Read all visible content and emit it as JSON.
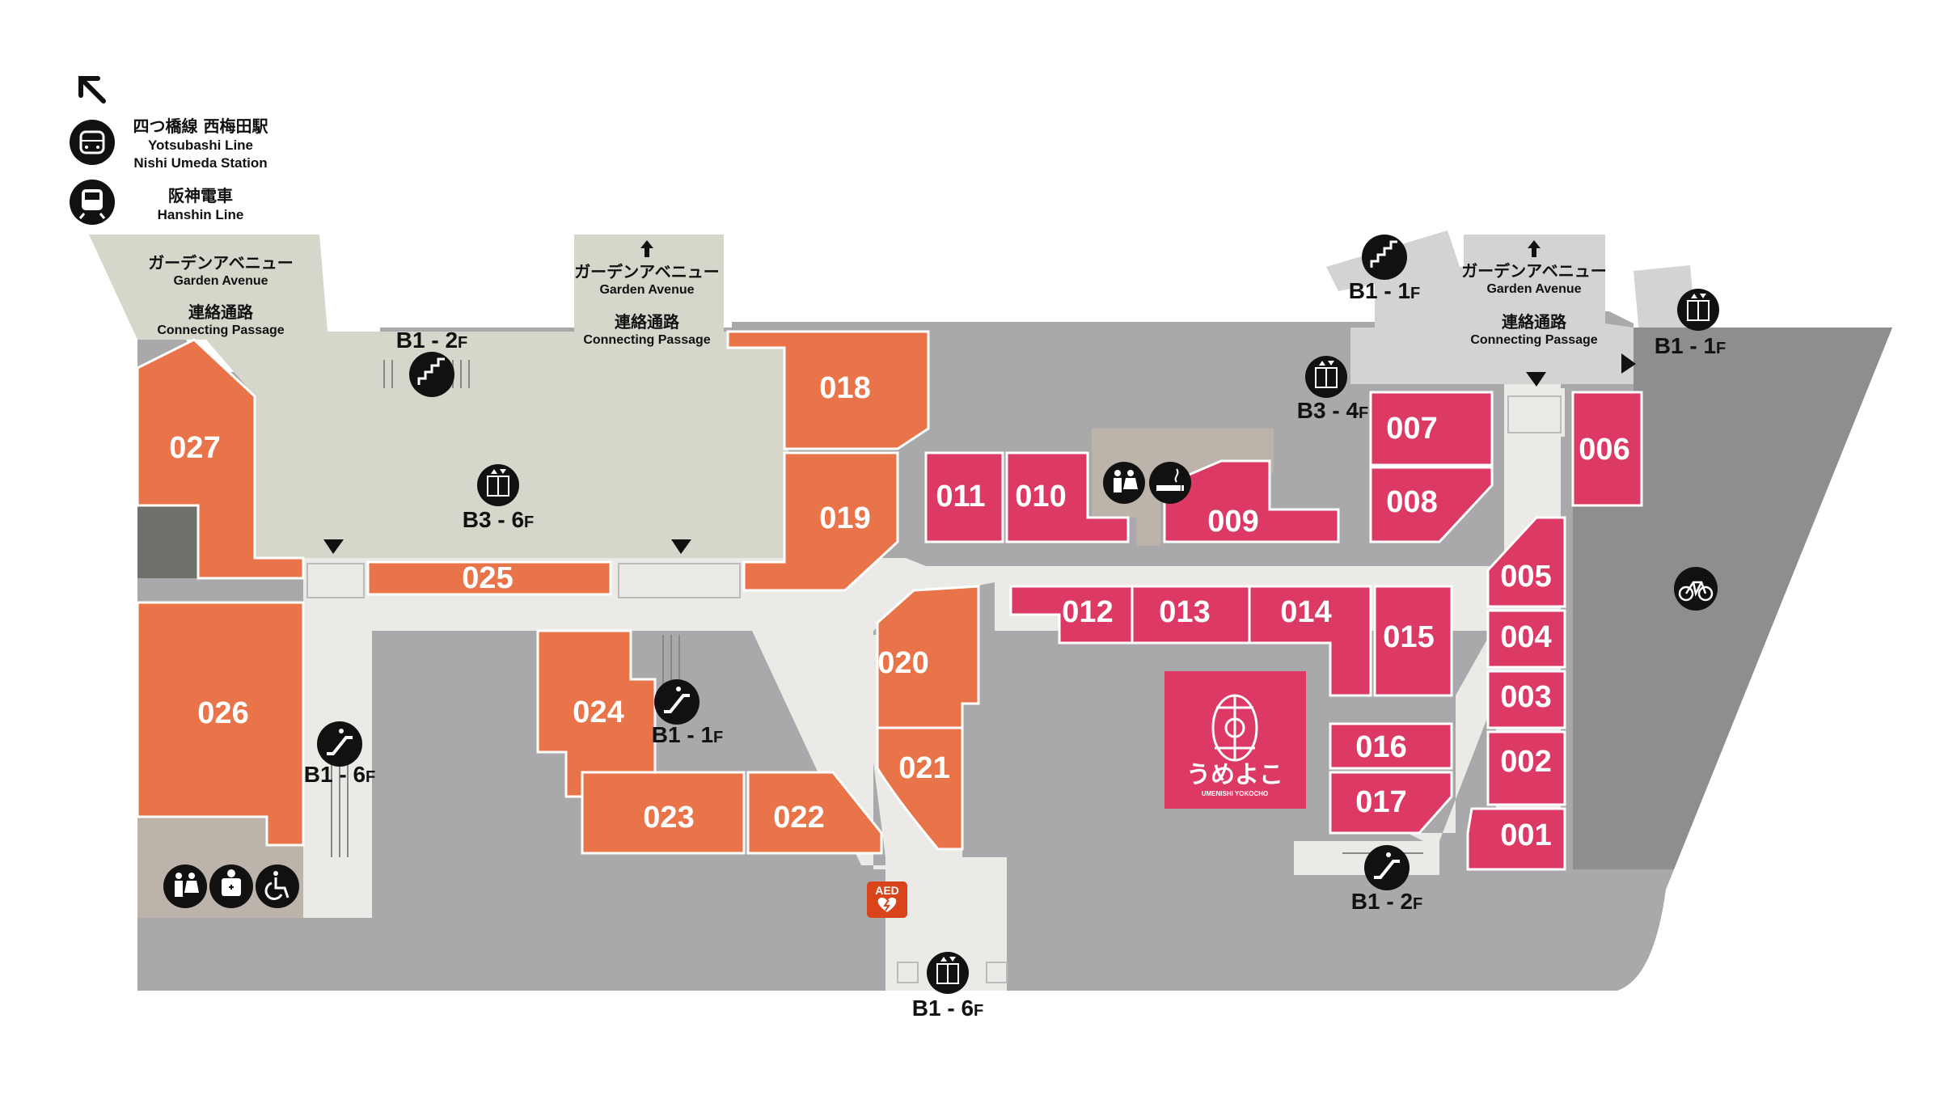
{
  "legend": {
    "station_jp": "四つ橋線 西梅田駅",
    "station_en1": "Yotsubashi Line",
    "station_en2": "Nishi Umeda Station",
    "hanshin_jp": "阪神電車",
    "hanshin_en": "Hanshin Line"
  },
  "passages": {
    "left": {
      "jp1": "ガーデンアベニュー",
      "en1": "Garden Avenue",
      "jp2": "連絡通路",
      "en2": "Connecting Passage"
    },
    "center": {
      "jp1": "ガーデンアベニュー",
      "en1": "Garden Avenue",
      "jp2": "連絡通路",
      "en2": "Connecting Passage"
    },
    "right": {
      "jp1": "ガーデンアベニュー",
      "en1": "Garden Avenue",
      "jp2": "連絡通路",
      "en2": "Connecting Passage"
    }
  },
  "floors": {
    "b1_2f_top": {
      "main": "B1 - 2",
      "suffix": "F"
    },
    "b3_6f_center": {
      "main": "B3 - 6",
      "suffix": "F"
    },
    "b1_6f_left": {
      "main": "B1 - 6",
      "suffix": "F"
    },
    "b1_1f_center": {
      "main": "B1 - 1",
      "suffix": "F"
    },
    "b1_6f_bottom": {
      "main": "B1 - 6",
      "suffix": "F"
    },
    "b1_1f_right_stairs": {
      "main": "B1 - 1",
      "suffix": "F"
    },
    "b3_4f_right": {
      "main": "B3 - 4",
      "suffix": "F"
    },
    "b1_1f_right_elevator": {
      "main": "B1 - 1",
      "suffix": "F"
    },
    "b1_2f_right_bottom": {
      "main": "B1 - 2",
      "suffix": "F"
    }
  },
  "units": {
    "u001": "001",
    "u002": "002",
    "u003": "003",
    "u004": "004",
    "u005": "005",
    "u006": "006",
    "u007": "007",
    "u008": "008",
    "u009": "009",
    "u010": "010",
    "u011": "011",
    "u012": "012",
    "u013": "013",
    "u014": "014",
    "u015": "015",
    "u016": "016",
    "u017": "017",
    "u018": "018",
    "u019": "019",
    "u020": "020",
    "u021": "021",
    "u022": "022",
    "u023": "023",
    "u024": "024",
    "u025": "025",
    "u026": "026",
    "u027": "027"
  },
  "logo": {
    "text": "うめよこ",
    "sub": "UMENISHI YOKOCHO"
  },
  "aed": "AED",
  "colors": {
    "restaurant_orange": "#E9744A",
    "umeyoko_pink": "#DC3A64",
    "corridor": "#ECEAE6",
    "plaza": "#D6D6CB",
    "backstage_gray": "#A9A9AB",
    "dark_area": "#6F716C",
    "restroom_area": "#BCB3AB",
    "dark_gray": "#8E8E90"
  },
  "icons": {
    "subway": "subway-icon",
    "train": "train-icon",
    "stairs": "stairs-icon",
    "elevator": "elevator-icon",
    "escalator": "escalator-icon",
    "restroom": "restroom-icon",
    "smoking": "smoking-icon",
    "bicycle": "bicycle-icon",
    "nursing": "nursing-room-icon",
    "wheelchair": "wheelchair-icon",
    "aed": "aed-icon"
  }
}
